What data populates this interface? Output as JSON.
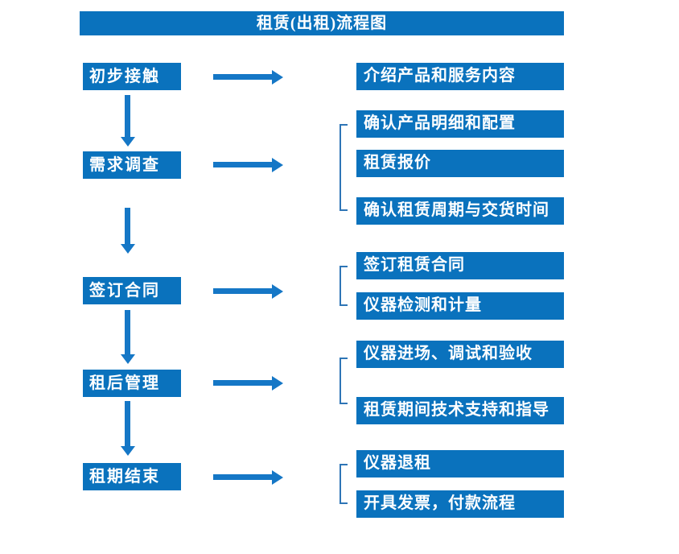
{
  "title": "租赁(出租)流程图",
  "colors": {
    "box_bg": "#0a72bd",
    "arrow": "#1577c6",
    "bracket": "#2e75b6",
    "text_color": "#ffffff",
    "page_bg": "#ffffff"
  },
  "stages": [
    {
      "label": "初步接触",
      "outputs": [
        "介绍产品和服务内容"
      ]
    },
    {
      "label": "需求调查",
      "outputs": [
        "确认产品明细和配置",
        "租赁报价",
        "确认租赁周期与交货时间"
      ]
    },
    {
      "label": "签订合同",
      "outputs": [
        "签订租赁合同",
        "仪器检测和计量"
      ]
    },
    {
      "label": "租后管理",
      "outputs": [
        "仪器进场、调试和验收",
        "租赁期间技术支持和指导"
      ]
    },
    {
      "label": "租期结束",
      "outputs": [
        "仪器退租",
        "开具发票，付款流程"
      ]
    }
  ]
}
